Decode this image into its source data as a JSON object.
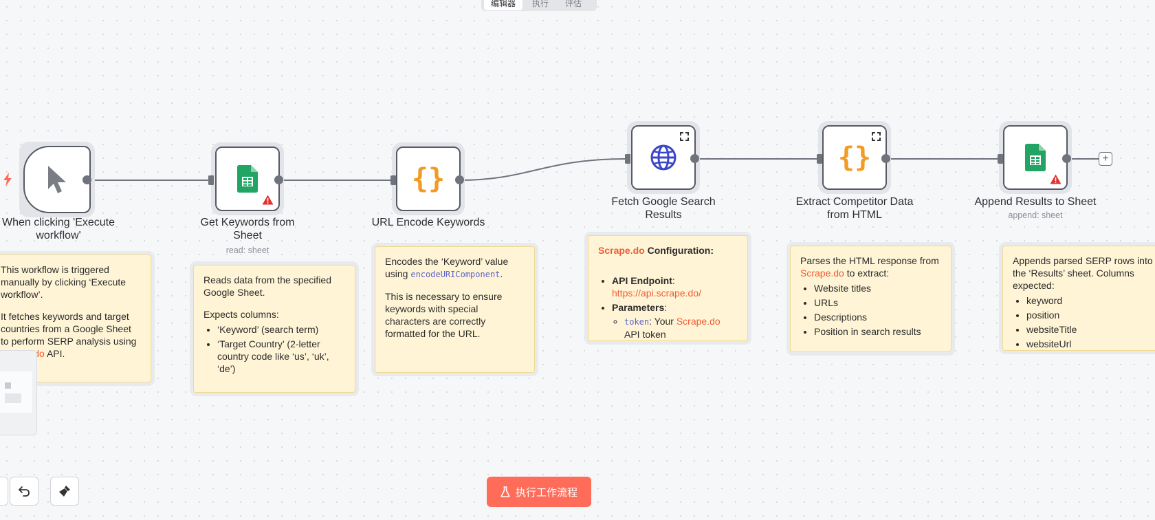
{
  "tabs": [
    {
      "label": "编辑器",
      "active": true
    },
    {
      "label": "执行",
      "active": false
    },
    {
      "label": "评估",
      "active": false
    }
  ],
  "nodes": [
    {
      "id": "trigger",
      "label": "When clicking 'Execute workflow'",
      "subtitle": "",
      "icon": "cursor-icon"
    },
    {
      "id": "get-keywords",
      "label": "Get Keywords from Sheet",
      "subtitle": "read: sheet",
      "icon": "google-sheets-icon"
    },
    {
      "id": "url-encode",
      "label": "URL Encode Keywords",
      "subtitle": "",
      "icon": "code-braces-icon"
    },
    {
      "id": "fetch-serp",
      "label": "Fetch Google Search Results",
      "subtitle": "",
      "icon": "globe-icon"
    },
    {
      "id": "extract",
      "label": "Extract Competitor Data from HTML",
      "subtitle": "",
      "icon": "code-braces-icon"
    },
    {
      "id": "append",
      "label": "Append Results to Sheet",
      "subtitle": "append: sheet",
      "icon": "google-sheets-icon"
    }
  ],
  "notes": {
    "trigger": {
      "p1": "This workflow is triggered manually by clicking ‘Execute workflow’.",
      "p2_pre": "It fetches keywords and target countries from a Google Sheet to perform SERP analysis using ",
      "p2_link": "Scrape.do",
      "p2_post": " API."
    },
    "get_keywords": {
      "p1": "Reads data from the specified Google Sheet.",
      "p2": "Expects columns:",
      "items": [
        "‘Keyword’ (search term)",
        "‘Target Country’ (2-letter country code like ‘us’, ‘uk’, ‘de’)"
      ]
    },
    "url_encode": {
      "p1_pre": "Encodes the ‘Keyword’ value using ",
      "p1_code": "encodeURIComponent",
      "p1_post": ".",
      "p2": "This is necessary to ensure keywords with special characters are correctly formatted for the URL."
    },
    "fetch": {
      "title_link": "Scrape.do",
      "title_rest": " Configuration:",
      "endpoint_label": "API Endpoint",
      "endpoint_url": "https://api.scrape.do/",
      "params_label": "Parameters",
      "param_code": "token",
      "param_text_pre": ": Your ",
      "param_link": "Scrape.do",
      "param_text_post": " API token"
    },
    "extract": {
      "p1_pre": "Parses the HTML response from ",
      "p1_link": "Scrape.do",
      "p1_post": " to extract:",
      "items": [
        "Website titles",
        "URLs",
        "Descriptions",
        "Position in search results"
      ]
    },
    "append": {
      "p1": "Appends parsed SERP rows into the ‘Results’ sheet. Columns expected:",
      "items": [
        "keyword",
        "position",
        "websiteTitle",
        "websiteUrl"
      ]
    }
  },
  "toolbar": {
    "undo": "undo-icon",
    "clear": "broom-icon"
  },
  "execute_button": {
    "label": "执行工作流程",
    "icon": "flask-icon"
  },
  "colors": {
    "accent": "#ff6d5a",
    "note_bg": "#fff5d6",
    "link": "#ef5b35",
    "sheets_green": "#21a464",
    "code_orange": "#f29b25",
    "globe_blue": "#3b46c9",
    "warning_red": "#e0332f"
  }
}
